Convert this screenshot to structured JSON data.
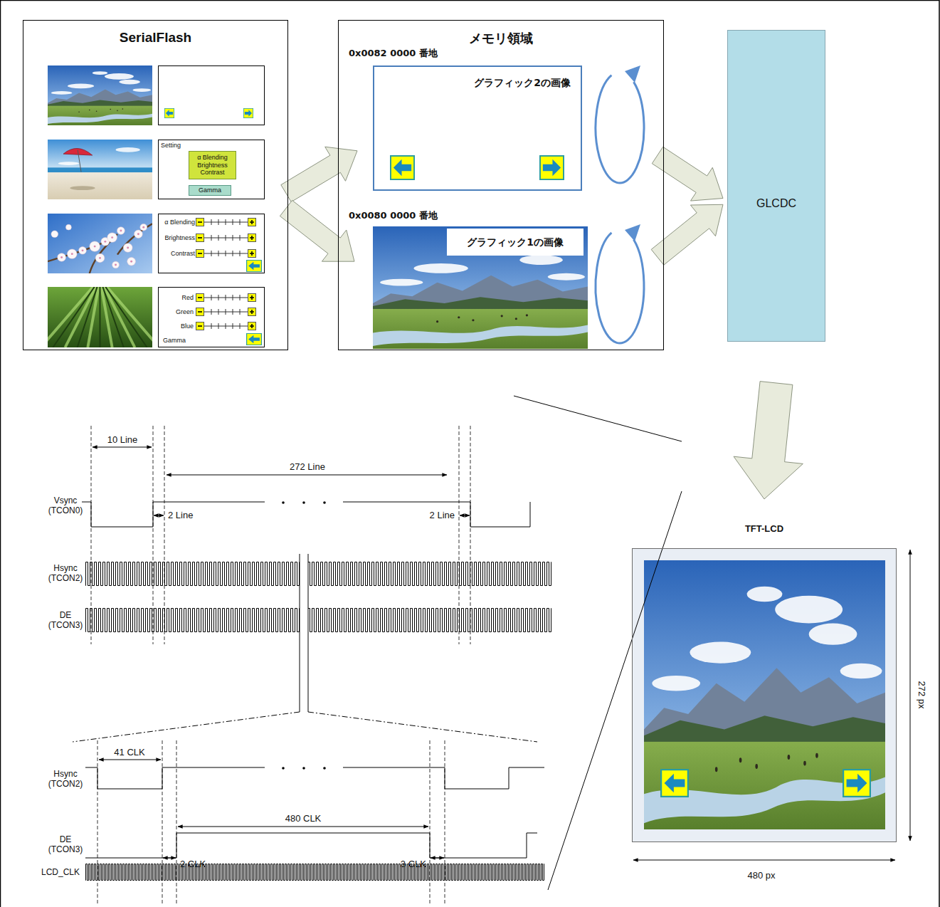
{
  "diagram": {
    "nodes": [
      {
        "text": [
          "SerialFlash"
        ]
      },
      {
        "text": [
          "Setting"
        ],
        "in": 0
      },
      {
        "text": [
          "α Blending Brightness Contrast"
        ],
        "in": 1
      },
      {
        "text": [
          "Gamma"
        ],
        "in": 1
      },
      {
        "text": [
          "α Blending",
          "Brightness",
          "Contrast"
        ],
        "in": 0
      },
      {
        "text": [
          "Red",
          "Green",
          "Blue",
          "Gamma"
        ],
        "in": 0
      },
      {
        "text": [
          "メモリ領域"
        ]
      },
      {
        "text": [
          "0x0082 0000 番地",
          "グラフィック2の画像"
        ],
        "in": 6
      },
      {
        "text": [
          "0x0080 0000 番地",
          "グラフィック1の画像"
        ],
        "in": 6
      },
      {
        "text": [
          "GLCDC"
        ]
      },
      {
        "text": [
          "TFT-LCD"
        ]
      }
    ],
    "edges": [
      {
        "from": 0,
        "to": 7,
        "arrow": "to"
      },
      {
        "from": 0,
        "to": 8,
        "arrow": "to"
      },
      {
        "from": 7,
        "to": 9,
        "arrow": "to"
      },
      {
        "from": 8,
        "to": 9,
        "arrow": "to"
      },
      {
        "from": 9,
        "to": 10,
        "arrow": "to"
      }
    ],
    "labels": [
      "10 Line",
      "272 Line",
      "Vsync (TCON0)",
      "2 Line",
      "2 Line",
      "Hsync (TCON2)",
      "DE (TCON3)",
      "41 CLK",
      "Hsync (TCON2)",
      "480 CLK",
      "DE (TCON3)",
      "2 CLK",
      "3 CLK",
      "LCD_CLK",
      "272 px",
      "480 px"
    ]
  }
}
